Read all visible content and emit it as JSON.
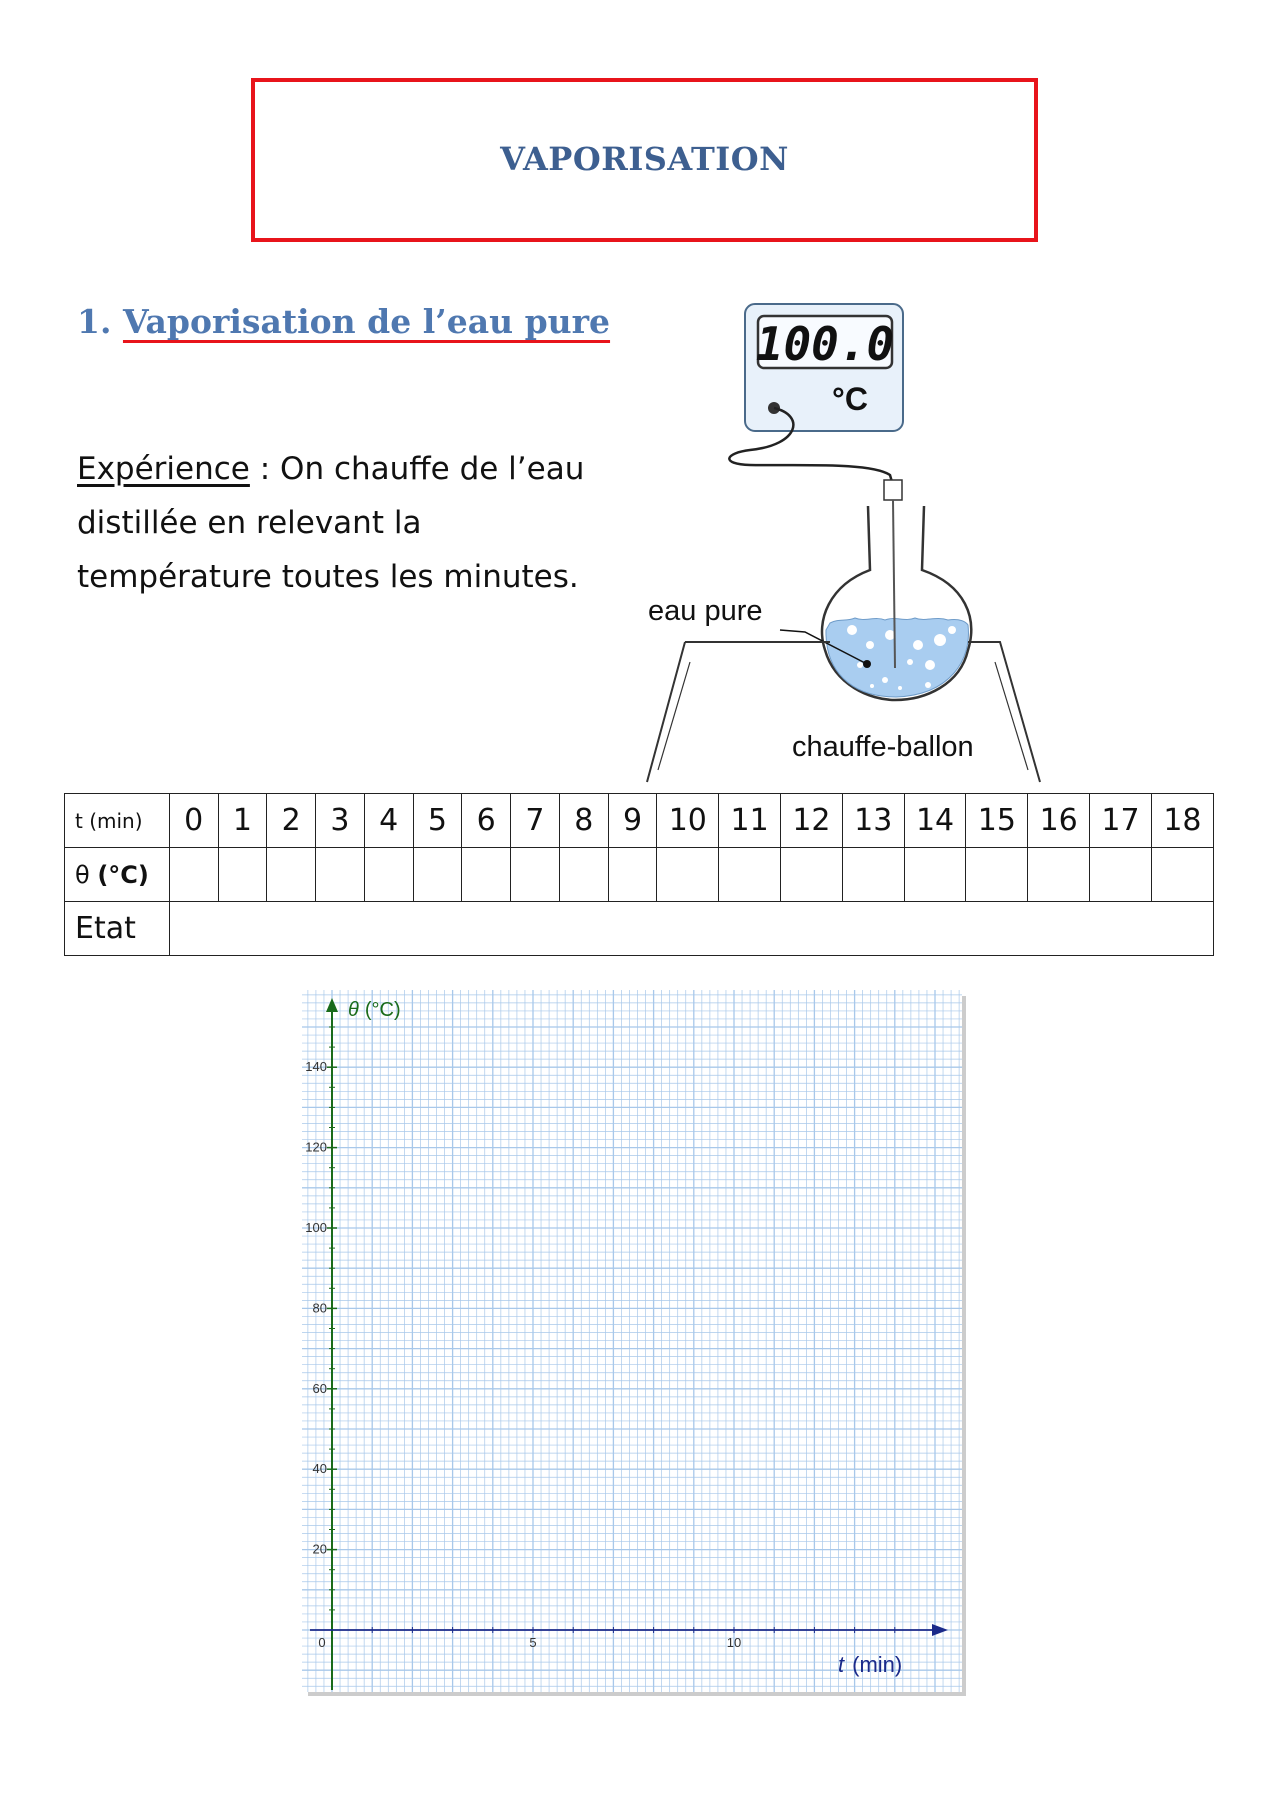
{
  "header": {
    "title": "VAPORISATION"
  },
  "section": {
    "number": "1.",
    "title": "Vaporisation de l’eau pure"
  },
  "experience": {
    "label": "Expérience",
    "line1": " : On chauffe de l’eau",
    "line2": "distillée en relevant la",
    "line3": "température toutes les minutes."
  },
  "apparatus": {
    "thermometer_reading": "100.0",
    "thermometer_unit": "°C",
    "label_water": "eau pure",
    "label_heater": "chauffe-ballon",
    "water_color": "#a9cdf0"
  },
  "table": {
    "time_header": "t (min)",
    "temp_header_symbol": "θ",
    "temp_header_unit": "(°C)",
    "state_header": "Etat",
    "times": [
      "0",
      "1",
      "2",
      "3",
      "4",
      "5",
      "6",
      "7",
      "8",
      "9",
      "10",
      "11",
      "12",
      "13",
      "14",
      "15",
      "16",
      "17",
      "18"
    ]
  },
  "chart_data": {
    "type": "line",
    "ylabel_symbol": "θ",
    "ylabel_unit": "(°C)",
    "xlabel_symbol": "t",
    "xlabel_unit": "(min)",
    "x_ticks": [
      "0",
      "5",
      "10"
    ],
    "y_ticks": [
      "20",
      "40",
      "60",
      "80",
      "100",
      "120",
      "140"
    ],
    "xlim": [
      0,
      15.5
    ],
    "ylim": [
      -10,
      155
    ],
    "grid": true,
    "series": [],
    "axis_color": "#1a6b1a",
    "x_axis_color": "#1b2a8a",
    "grid_color": "#a8c8ea"
  }
}
